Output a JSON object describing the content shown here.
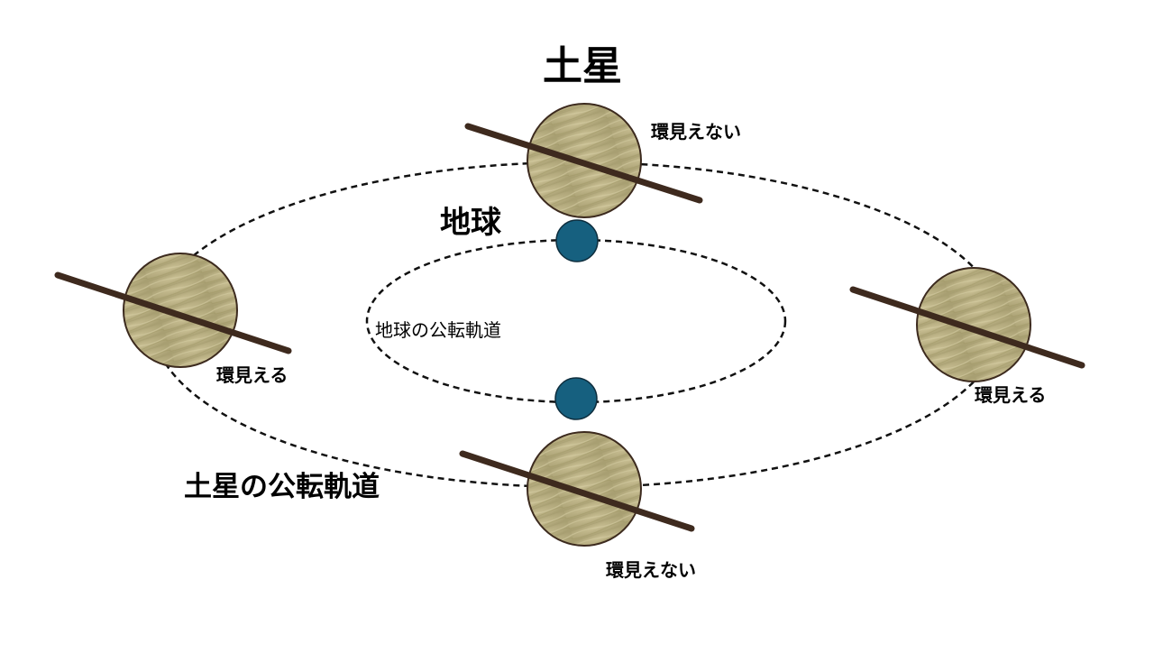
{
  "labels": {
    "saturn": "土星",
    "earth": "地球",
    "earth_orbit": "地球の公転軌道",
    "saturn_orbit": "土星の公転軌道",
    "ring_invisible": "環見えない",
    "ring_visible": "環見える"
  },
  "colors": {
    "saturn_body": "#bab083",
    "saturn_outline": "#3c2a1e",
    "ring": "#3e2a1e",
    "earth": "#16607f",
    "earth_outline": "#0e2e3e",
    "orbit": "#111111"
  }
}
